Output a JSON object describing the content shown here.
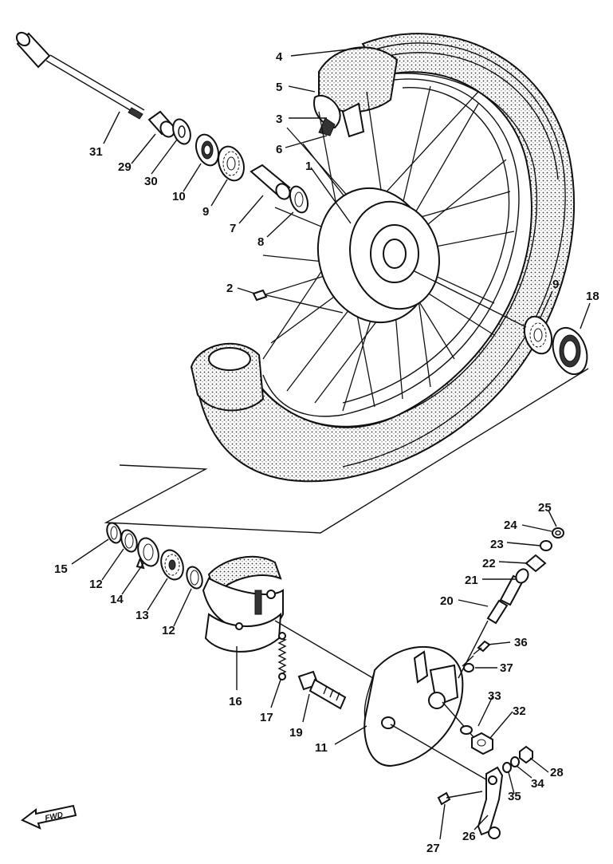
{
  "diagram": {
    "part_numbers": [
      "1",
      "2",
      "3",
      "4",
      "5",
      "6",
      "7",
      "8",
      "9",
      "9",
      "10",
      "11",
      "12",
      "12",
      "13",
      "14",
      "15",
      "16",
      "17",
      "18",
      "19",
      "20",
      "21",
      "22",
      "23",
      "24",
      "25",
      "26",
      "27",
      "28",
      "29",
      "30",
      "31",
      "32",
      "33",
      "34",
      "35",
      "36",
      "37"
    ],
    "fwd_label": "FWD"
  }
}
